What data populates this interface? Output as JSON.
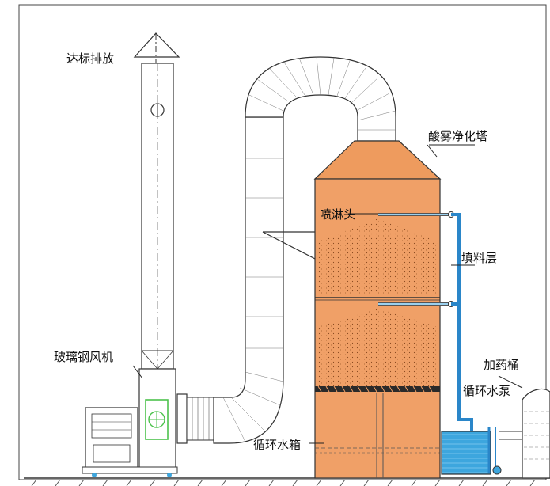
{
  "labels": {
    "exhaust": "达标排放",
    "tower": "酸雾净化塔",
    "spray_head": "喷淋头",
    "packing_layer": "填料层",
    "fan": "玻璃钢风机",
    "dosing_tank": "加药桶",
    "pump": "循环水泵",
    "water_tank": "循环水箱"
  },
  "colors": {
    "tower_fill": "#f0a067",
    "tower_outline": "#333333",
    "hood_fill": "#ee9b5e",
    "water_fill": "#3da6de",
    "pipe_blue": "#2a86c9",
    "fan_green": "#4cc24c",
    "duct_fill": "#ffffff",
    "line": "#222222"
  }
}
